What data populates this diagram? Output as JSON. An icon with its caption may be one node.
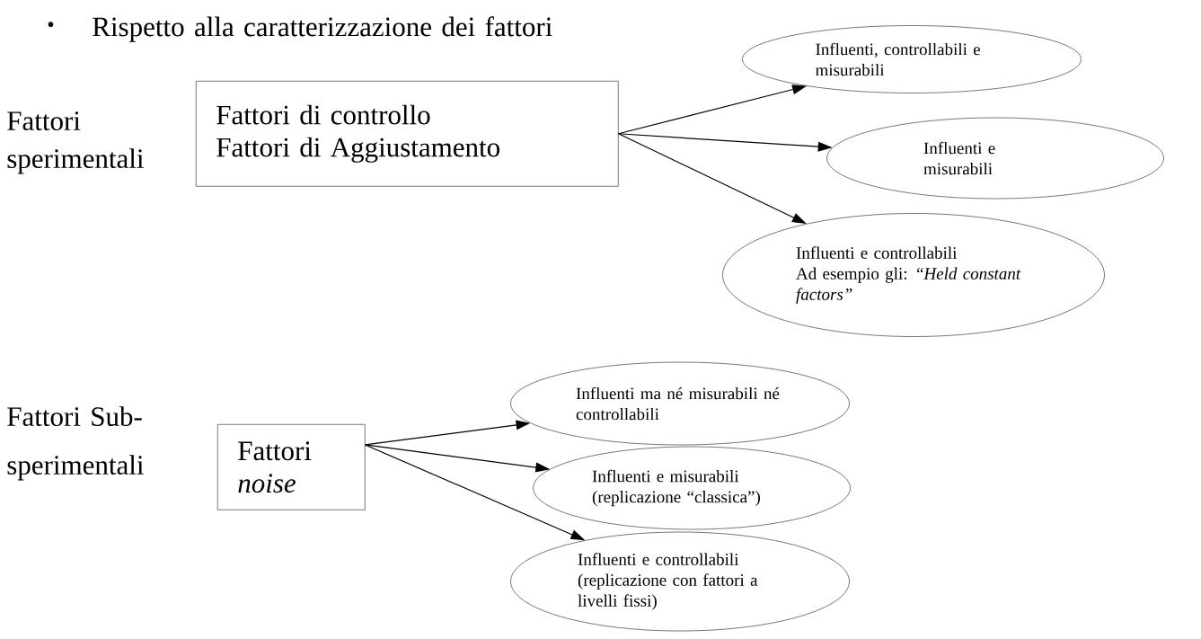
{
  "diagram": {
    "nodes": [
      {
        "text": [
          "Fattori di controllo",
          "Fattori di Aggiustamento"
        ]
      },
      {
        "text": [
          "Influenti, controllabili e misurabili"
        ]
      },
      {
        "text": [
          "Influenti e misurabili"
        ]
      },
      {
        "text": [
          "Influenti e controllabili",
          "Ad esempio gli: “*Held constant factors”*"
        ]
      },
      {
        "text": [
          "Fattori *noise*"
        ]
      },
      {
        "text": [
          "Influenti ma né misurabili né controllabili"
        ]
      },
      {
        "text": [
          "Influenti e misurabili (replicazione “classica”)"
        ]
      },
      {
        "text": [
          "Influenti e controllabili (replicazione con fattori a livelli fissi)"
        ]
      }
    ],
    "edges": [
      {
        "from": 0,
        "to": 1,
        "arrow": "to"
      },
      {
        "from": 0,
        "to": 2,
        "arrow": "to"
      },
      {
        "from": 0,
        "to": 3,
        "arrow": "to"
      },
      {
        "from": 4,
        "to": 5,
        "arrow": "to"
      },
      {
        "from": 4,
        "to": 6,
        "arrow": "to"
      },
      {
        "from": 4,
        "to": 7,
        "arrow": "to"
      }
    ],
    "labels": [
      "•",
      "Rispetto alla caratterizzazione dei fattori",
      "Fattori sperimentali",
      "Fattori Sub-sperimentali"
    ]
  }
}
